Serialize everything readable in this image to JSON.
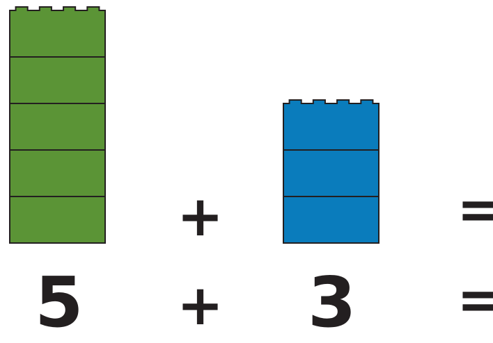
{
  "problem": {
    "addend_a": {
      "label": "5",
      "blocks": 5,
      "color": "#5b9436"
    },
    "addend_b": {
      "label": "3",
      "blocks": 3,
      "color": "#0a7cbc"
    },
    "operator": "+",
    "equals": "="
  },
  "colors": {
    "outline": "#231f20",
    "background": "#ffffff"
  }
}
